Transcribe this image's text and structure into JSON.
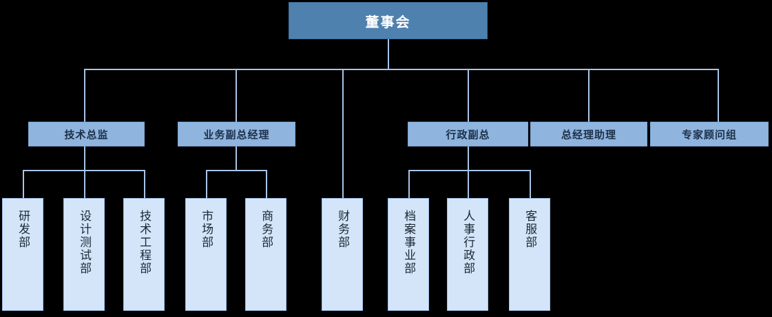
{
  "chart": {
    "type": "org-chart",
    "title": "",
    "colors": {
      "background": "#000000",
      "root_fill": "#4e81ae",
      "root_text": "#ffffff",
      "level2_fill": "#8fb4de",
      "level2_text": "#1c3048",
      "leaf_fill": "#d4e5fa",
      "leaf_text": "#1c2833",
      "connector": "#a8c6e8"
    },
    "root": {
      "id": "board",
      "label": "董事会"
    },
    "level2": [
      {
        "id": "tech-director",
        "label": "技术总监"
      },
      {
        "id": "business-vp",
        "label": "业务副总经理"
      },
      {
        "id": "admin-vp",
        "label": "行政副总"
      },
      {
        "id": "gm-assistant",
        "label": "总经理助理"
      },
      {
        "id": "expert-advisory",
        "label": "专家顾问组"
      }
    ],
    "leaves": [
      {
        "id": "rd-dept",
        "label": "研发部",
        "parent": "tech-director"
      },
      {
        "id": "design-test",
        "label": "设计测试部",
        "parent": "tech-director"
      },
      {
        "id": "tech-eng",
        "label": "技术工程部",
        "parent": "tech-director"
      },
      {
        "id": "marketing",
        "label": "市场部",
        "parent": "business-vp"
      },
      {
        "id": "commerce",
        "label": "商务部",
        "parent": "business-vp"
      },
      {
        "id": "finance",
        "label": "财务部",
        "parent": "board"
      },
      {
        "id": "archives",
        "label": "档案事业部",
        "parent": "admin-vp"
      },
      {
        "id": "hr-admin",
        "label": "人事行政部",
        "parent": "admin-vp"
      },
      {
        "id": "customer-svc",
        "label": "客服部",
        "parent": "admin-vp"
      }
    ]
  }
}
